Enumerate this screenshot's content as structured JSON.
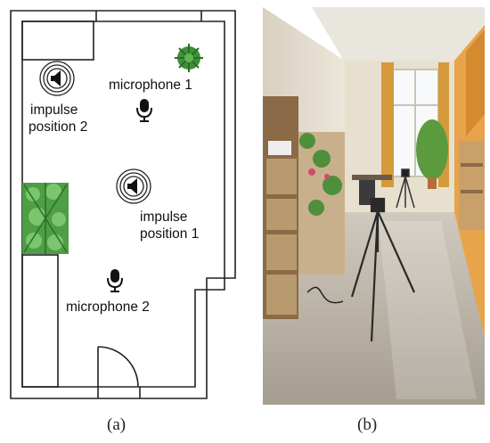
{
  "floorplan": {
    "labels": {
      "microphone_1": "microphone 1",
      "impulse_position_2": [
        "impulse",
        "position 2"
      ],
      "impulse_position_1": [
        "impulse",
        "position 1"
      ],
      "microphone_2": "microphone 2"
    },
    "icons": [
      "speaker-icon",
      "microphone-icon",
      "plant-icon",
      "door-icon"
    ]
  },
  "photo": {
    "description_icons": [
      "tripod-icon",
      "window-icon",
      "shelf-icon",
      "plant-icon"
    ]
  },
  "captions": {
    "a": "(a)",
    "b": "(b)"
  },
  "colors": {
    "wall": "#222222",
    "plant": "#3f8f3a",
    "floor_photo": "#b8b0a2"
  }
}
